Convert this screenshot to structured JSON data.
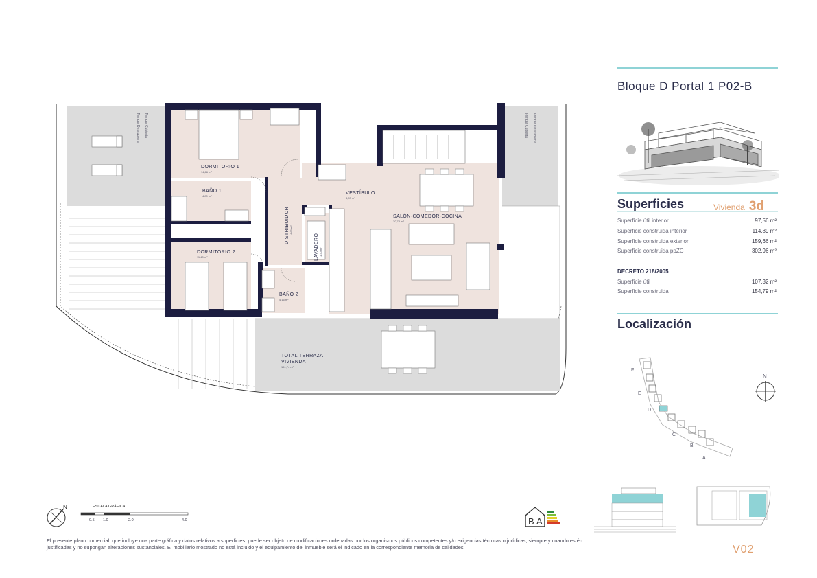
{
  "header": {
    "title": "Bloque D Portal 1 P02-B"
  },
  "superficies": {
    "heading": "Superficies",
    "vivienda_label": "Vivienda",
    "vivienda_num": "3d",
    "rows": [
      {
        "label": "Superficie útil interior",
        "value": "97,56 m²"
      },
      {
        "label": "Superficie construida interior",
        "value": "114,89 m²"
      },
      {
        "label": "Superficie construida exterior",
        "value": "159,66 m²"
      },
      {
        "label": "Superficie construida ppZC",
        "value": "302,96 m²"
      }
    ],
    "decreto": {
      "heading": "DECRETO 218/2005",
      "rows": [
        {
          "label": "Superficie útil",
          "value": "107,32 m²"
        },
        {
          "label": "Superficie construida",
          "value": "154,79 m²"
        }
      ]
    }
  },
  "localizacion": {
    "heading": "Localización",
    "north": "N",
    "blocks": [
      "F",
      "E",
      "D",
      "C",
      "B",
      "A"
    ]
  },
  "plan": {
    "rooms": [
      {
        "name": "DORMITORIO 1",
        "area": "14,66 m²"
      },
      {
        "name": "BAÑO 1",
        "area": "4,80 m²"
      },
      {
        "name": "DORMITORIO 2",
        "area": "11,40 m²"
      },
      {
        "name": "DISTRIBUIDOR",
        "area": "4,63 m²"
      },
      {
        "name": "LAVADERO",
        "area": "1,30 m²"
      },
      {
        "name": "BAÑO 2",
        "area": "4,16 m²"
      },
      {
        "name": "VESTÍBULO",
        "area": "3,93 m²"
      },
      {
        "name": "SALÓN-COMEDOR-COCINA",
        "area": "30,78 m²"
      }
    ],
    "terrace": {
      "line1": "TOTAL TERRAZA",
      "line2": "VIVIENDA",
      "area": "161,74 m²"
    },
    "terrace_labels": [
      "Terraza Descubierta",
      "Terraza Cubierta",
      "Terraza Cubierta",
      "Terraza Descubierta"
    ]
  },
  "scale": {
    "label": "ESCALA GRÁFICA",
    "ticks": [
      "0.5",
      "1.0",
      "2.0",
      "4.0"
    ],
    "north": "N"
  },
  "energy_logo": "B|A",
  "disclaimer": "El presente plano comercial, que incluye una parte gráfica y datos relativos a superficies, puede ser objeto de modificaciones ordenadas por los organismos públicos competentes y/o exigencias técnicas o jurídicas, siempre y cuando estén justificadas y no supongan alteraciones sustanciales. El mobiliario mostrado no está incluido y el equipamiento del inmueble será el indicado en la correspondiente memoria de calidades.",
  "page_code": "V02",
  "colors": {
    "accent": "#8fd3d6",
    "wall": "#1c1d40",
    "room_fill": "#efe3de",
    "terrace_fill": "#dcdcdc",
    "highlight": "#e0a070"
  }
}
